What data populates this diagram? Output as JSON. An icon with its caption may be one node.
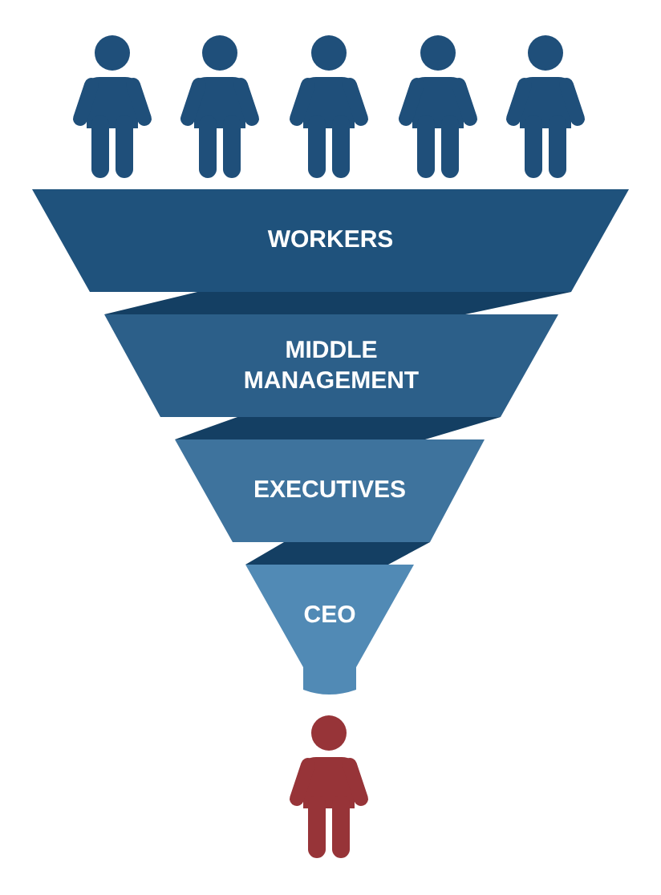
{
  "diagram": {
    "nodes": [
      {
        "text": [],
        "shape": "person"
      },
      {
        "text": [],
        "shape": "person"
      },
      {
        "text": [],
        "shape": "person"
      },
      {
        "text": [],
        "shape": "person"
      },
      {
        "text": [],
        "shape": "person"
      },
      {
        "text": [
          "WORKERS"
        ]
      },
      {
        "text": [
          "MIDDLE MANAGEMENT"
        ]
      },
      {
        "text": [
          "EXECUTIVES"
        ]
      },
      {
        "text": [
          "CEO"
        ]
      },
      {
        "text": [],
        "shape": "person"
      }
    ]
  }
}
